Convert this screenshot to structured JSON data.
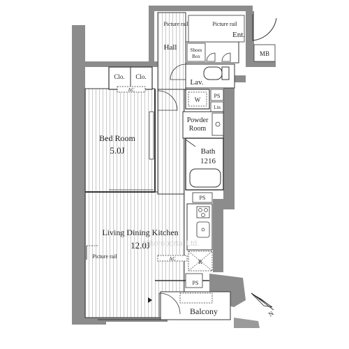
{
  "rooms": {
    "bedroom_name": "Bed Room",
    "bedroom_size": "5.0J",
    "ldk_name": "Living Dining Kitchen",
    "ldk_size": "12.0J",
    "hall": "Hall",
    "entrance": "Ent.",
    "lavatory": "Lav.",
    "powder_room_line1": "Powder",
    "powder_room_line2": "Room",
    "bath_name": "Bath",
    "bath_size": "1216",
    "balcony": "Balcony"
  },
  "fixtures": {
    "picture_rail": "Picture rail",
    "shoes_box_line1": "Shoes",
    "shoes_box_line2": "Box",
    "closet": "Clo.",
    "ac": "AC",
    "pipe_space": "PS",
    "meter_box": "MB",
    "washer": "W",
    "linen": "Lin",
    "refrigerator": "R"
  },
  "watermark": "Hikoroportal Ltd.",
  "compass_letter": "N",
  "colors": {
    "wall": "#8c8c8c",
    "floor_stripes": "#c9c9c9",
    "line": "#333333",
    "background": "#ffffff"
  }
}
